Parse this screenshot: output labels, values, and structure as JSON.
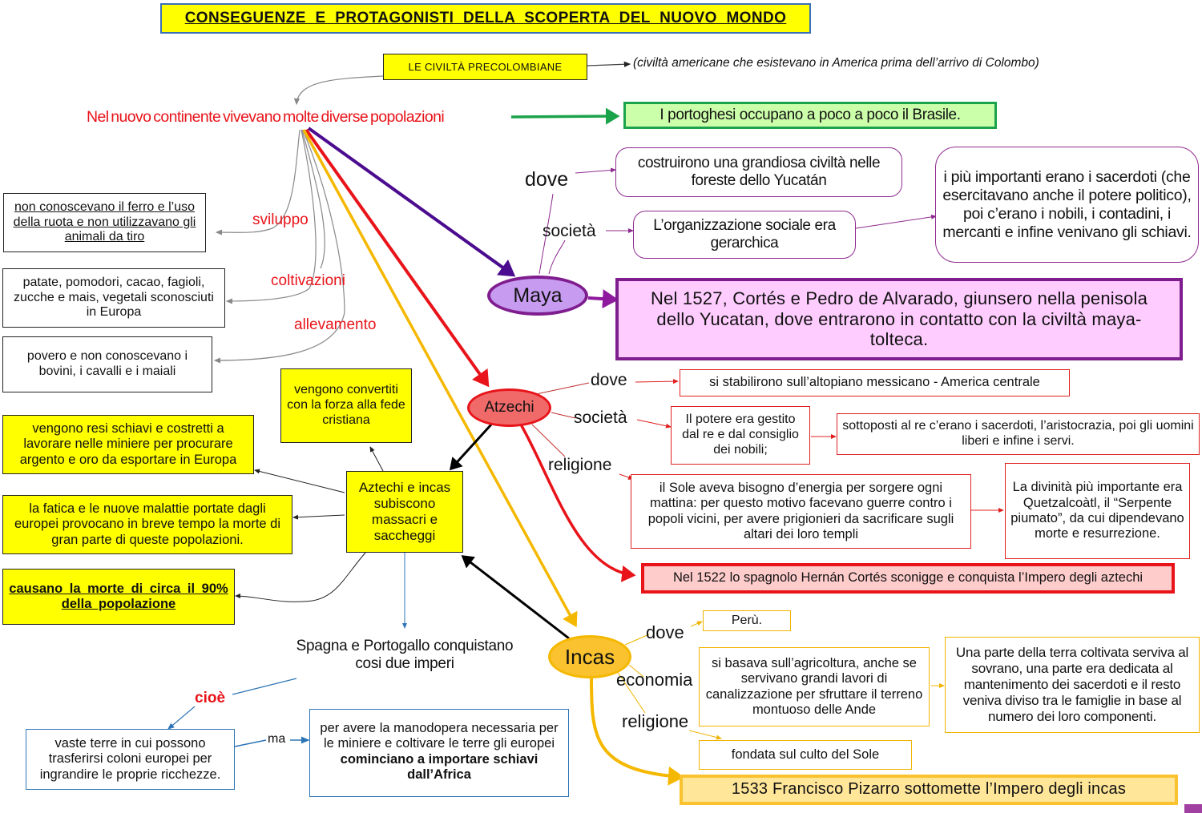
{
  "title": "CONSEGUENZE E PROTAGONISTI DELLA SCOPERTA DEL NUOVO MONDO",
  "precolombiane": {
    "label": "LE CIVILTÀ PRECOLOMBIANE",
    "note": "(civiltà americane che esistevano in America prima dell’arrivo di Colombo)"
  },
  "central": {
    "text": "Nel nuovo continente vivevano molte diverse popolazioni",
    "brasile": "I portoghesi occupano a poco a poco il Brasile."
  },
  "left_branches": {
    "sviluppo": {
      "label": "sviluppo",
      "text": "non conoscevano il ferro e l’uso della ruota e non utilizzavano gli animali da tiro"
    },
    "coltivazioni": {
      "label": "coltivazioni",
      "text": "patate, pomodori, cacao, fagioli, zucche e mais, vegetali sconosciuti in Europa"
    },
    "allevamento": {
      "label": "allevamento",
      "text": "povero e non conoscevano i bovini, i cavalli e i maiali"
    }
  },
  "maya": {
    "name": "Maya",
    "dove_label": "dove",
    "dove_text": "costruirono una grandiosa civiltà nelle foreste dello Yucatán",
    "societa_label": "società",
    "societa_text": "L’organizzazione sociale era gerarchica",
    "societa_detail": "i più importanti erano i sacerdoti (che esercitavano anche il potere politico), poi c’erano i nobili, i contadini, i mercanti e infine venivano gli schiavi.",
    "event": "Nel 1527, Cortés e Pedro de Alvarado, giunsero nella penisola dello Yucatan, dove entrarono in contatto con la civiltà maya-tolteca."
  },
  "aztechi": {
    "name": "Atzechi",
    "dove_label": "dove",
    "dove_text": "si stabilirono sull’altopiano messicano - America centrale",
    "societa_label": "società",
    "societa_text": "Il potere era gestito dal re e dal consiglio dei nobili;",
    "societa_detail": "sottoposti al re c’erano i sacerdoti, l’aristocrazia, poi gli uomini liberi e infine i servi.",
    "religione_label": "religione",
    "religione_text": "il Sole aveva bisogno d’energia per sorgere ogni mattina: per questo motivo facevano guerre contro i popoli vicini, per avere prigionieri da sacrificare sugli altari dei loro templi",
    "religione_detail": "La divinità più importante era Quetzalcoàtl, il “Serpente piumato”, da cui dipendevano morte e resurrezione.",
    "event": "Nel 1522 lo spagnolo Hernán Cortés sconigge e conquista l’Impero degli aztechi"
  },
  "incas": {
    "name": "Incas",
    "dove_label": "dove",
    "dove_text": "Perù.",
    "economia_label": "economia",
    "economia_text": "si basava sull’agricoltura, anche se servivano grandi lavori di canalizzazione per sfruttare il terreno montuoso delle Ande",
    "economia_detail": "Una parte della terra coltivata serviva al sovrano, una parte era dedicata al mantenimento dei sacerdoti e il resto veniva diviso tra le famiglie in base al numero dei loro componenti.",
    "religione_label": "religione",
    "religione_text": "fondata sul culto del Sole",
    "event": "1533 Francisco Pizarro sottomette l’Impero degli incas"
  },
  "consequences": {
    "hub": "Aztechi e incas subiscono massacri e saccheggi",
    "convertiti": "vengono convertiti con la forza alla fede cristiana",
    "schiavi": "vengono resi schiavi e costretti a lavorare nelle miniere per procurare argento e oro da esportare in Europa",
    "malattie": "la fatica e le nuove malattie portate dagli europei provocano in breve tempo la morte di gran parte di queste popolazioni.",
    "morte": "causano la morte di circa il 90% della popolazione",
    "imperi": "Spagna e Portogallo conquistano cosi due imperi",
    "cioe_label": "cioè",
    "terre": "vaste terre in cui possono trasferirsi coloni europei per ingrandire le proprie ricchezze.",
    "ma_label": "ma",
    "manodopera_prefix": "per avere la manodopera necessaria per le miniere e coltivare le terre gli europei ",
    "manodopera_bold": "cominciano a importare schiavi dall’Africa"
  },
  "colors": {
    "title_bg": "#ffff00",
    "maya": "#7f1d8f",
    "maya_fill": "#c79cf0",
    "aztechi": "#e8141a",
    "aztechi_fill": "#f06a6a",
    "incas": "#f5b800",
    "incas_fill": "#f9c22e",
    "brasile": "#1aa34a",
    "blue": "#2e75b6"
  }
}
